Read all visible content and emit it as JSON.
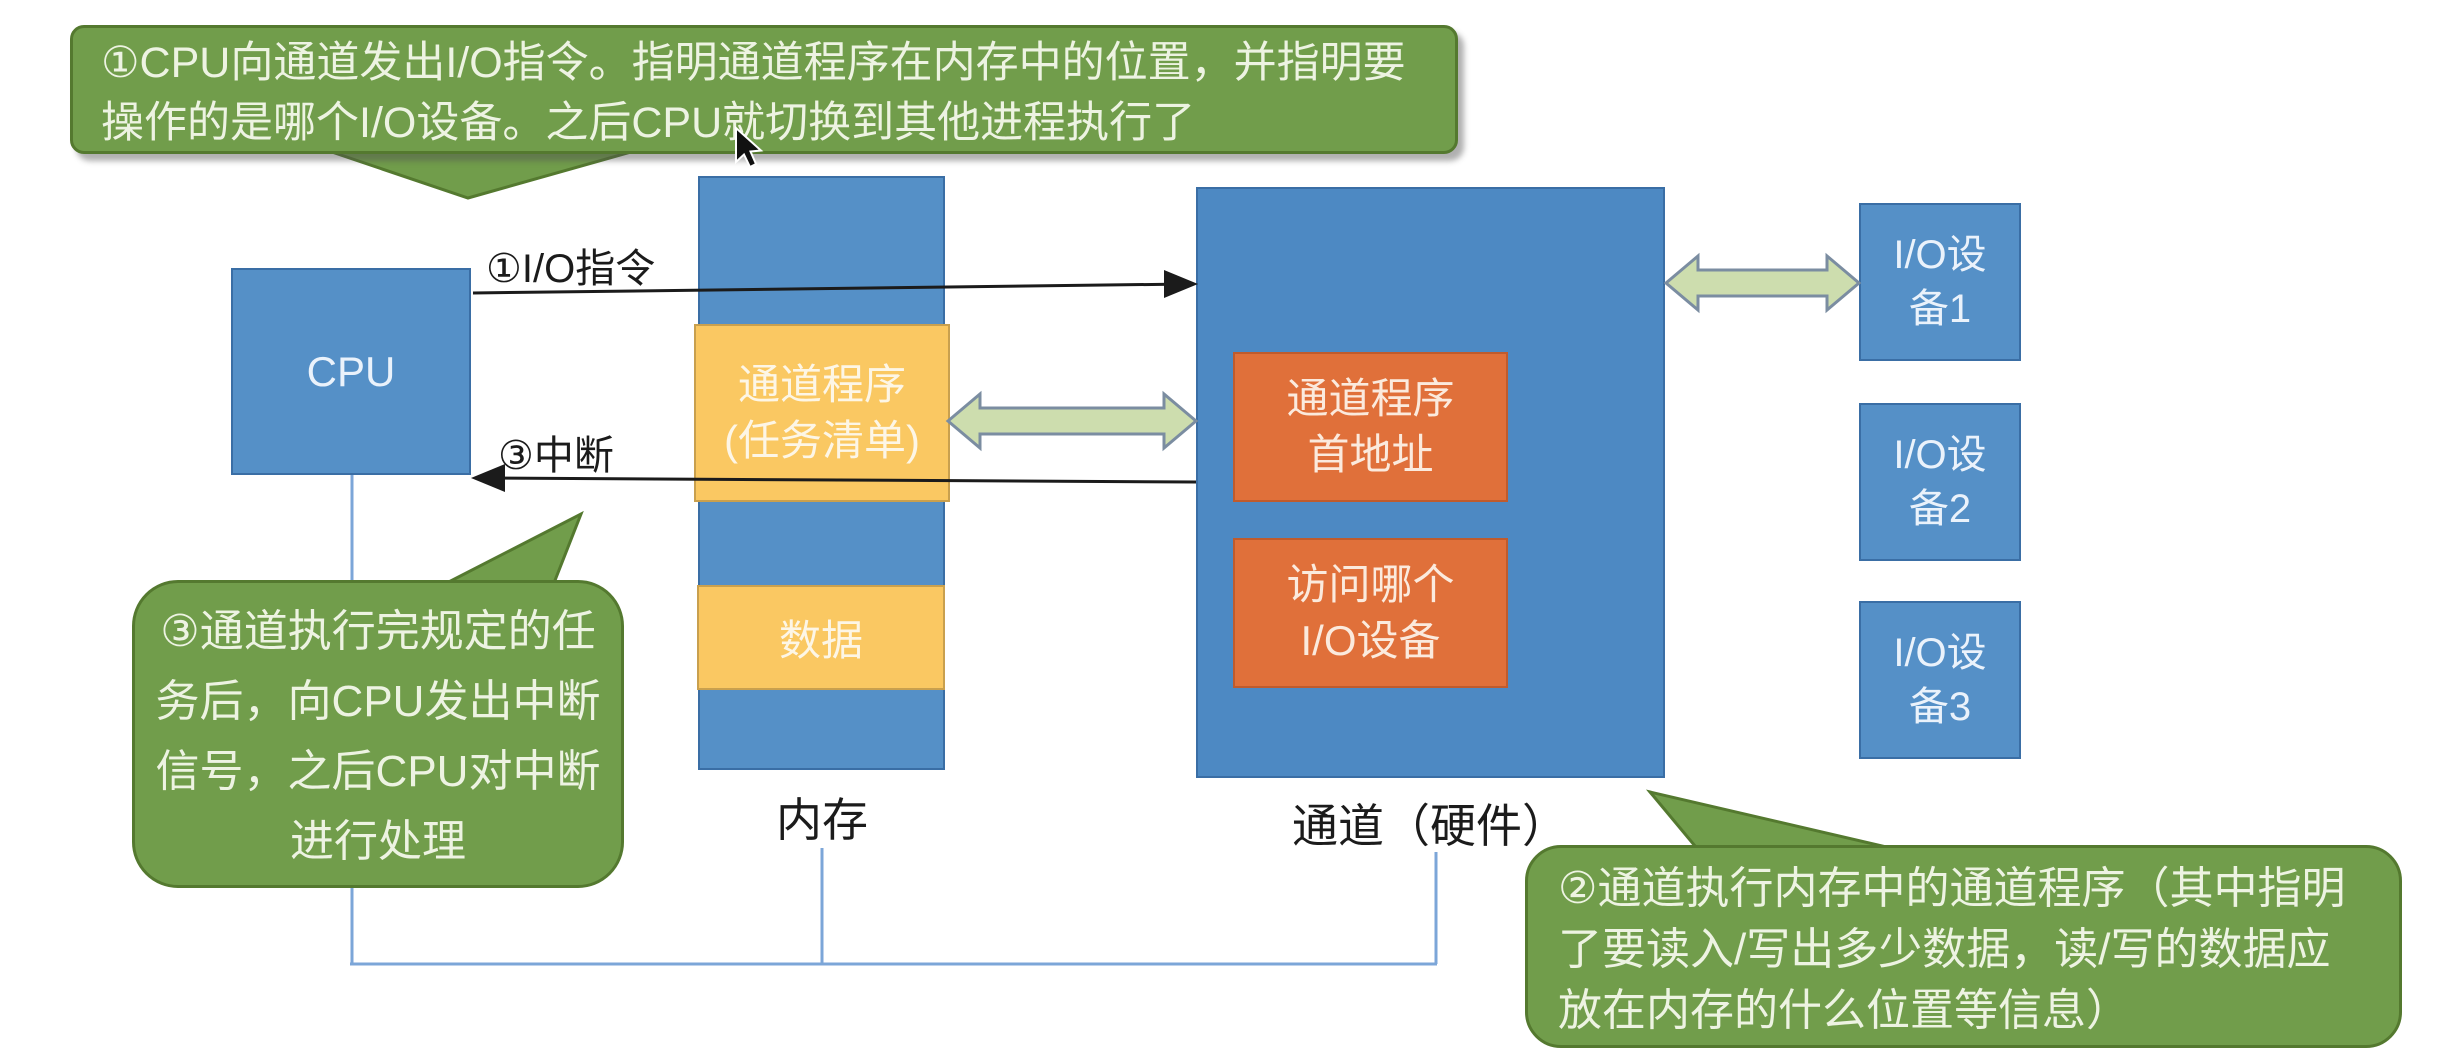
{
  "colors": {
    "box-blue": "#5590c7",
    "box-blue-border": "#3a6ea5",
    "channel-blue": "#4d89c3",
    "yellow": "#fac862",
    "yellow-border": "#c9a04e",
    "orange": "#e0703a",
    "orange-border": "#bf5b2d",
    "bubble-green": "#719d4b",
    "bubble-border": "#54792f",
    "bubble-text": "#edf3e2",
    "arrow-green": "#cdddae",
    "arrow-green-border": "#7b8da1",
    "line-blue": "#7ca6d8",
    "ink": "#1b1b1b"
  },
  "bubbles": {
    "step1": "①CPU向通道发出I/O指令。指明通道程序在内存中的位置，并指明要操作的是哪个I/O设备。之后CPU就切换到其他进程执行了",
    "step2": "②通道执行内存中的通道程序（其中指明了要读入/写出多少数据，读/写的数据应放在内存的什么位置等信息）",
    "step3": "③通道执行完规定的任务后，向CPU发出中断信号，之后CPU对中断进行处理"
  },
  "nodes": {
    "cpu": "CPU",
    "memory_label": "内存",
    "channel_label": "通道（硬件）",
    "channel_program": "通道程序\n(任务清单)",
    "data_block": "数据",
    "channel_program_addr": "通道程序\n首地址",
    "which_device": "访问哪个\nI/O设备",
    "device1": "I/O设\n备1",
    "device2": "I/O设\n备2",
    "device3": "I/O设\n备3"
  },
  "arrows": {
    "io_instruction": "①I/O指令",
    "interrupt": "③中断"
  }
}
